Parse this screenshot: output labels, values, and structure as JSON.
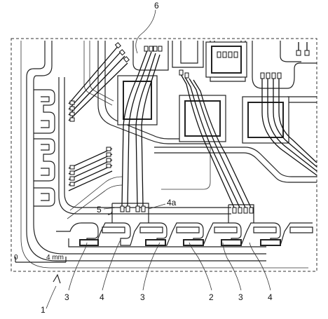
{
  "figure": {
    "labels": {
      "l6": "6",
      "l5": "5",
      "l4a": "4a",
      "l1": "1",
      "bottom": [
        "3",
        "4",
        "3",
        "2",
        "3",
        "4"
      ]
    },
    "scale": {
      "zero": "0",
      "length": "4 mm"
    }
  }
}
